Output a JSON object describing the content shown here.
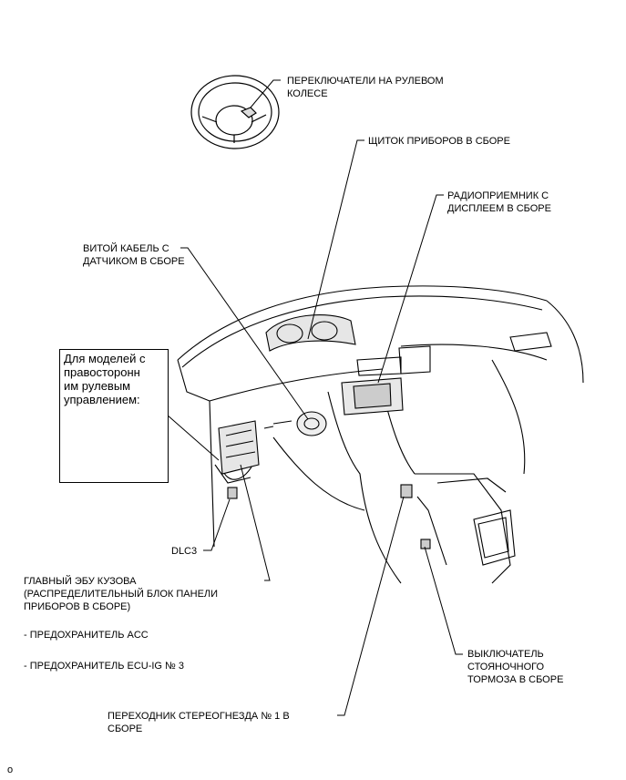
{
  "labels": {
    "steering_switches": "ПЕРЕКЛЮЧАТЕЛИ НА РУЛЕВОМ\nКОЛЕСЕ",
    "combination_meter": "ЩИТОК ПРИБОРОВ В СБОРЕ",
    "radio_display": "РАДИОПРИЕМНИК С\nДИСПЛЕЕМ В СБОРЕ",
    "spiral_cable": "ВИТОЙ КАБЕЛЬ С\nДАТЧИКОМ В СБОРЕ",
    "rhd_note": "Для моделей с\nправосторонн\nим рулевым\nуправлением:",
    "dlc3": "DLC3",
    "main_body_ecu": "ГЛАВНЫЙ ЭБУ КУЗОВА\n(РАСПРЕДЕЛИТЕЛЬНЫЙ БЛОК ПАНЕЛИ\nПРИБОРОВ В СБОРЕ)",
    "fuse_acc": "- ПРЕДОХРАНИТЕЛЬ ACC",
    "fuse_ecu_ig": "- ПРЕДОХРАНИТЕЛЬ ECU-IG № 3",
    "parking_brake_switch": "ВЫКЛЮЧАТЕЛЬ\nСТОЯНОЧНОГО\nТОРМОЗА В СБОРЕ",
    "stereo_jack": "ПЕРЕХОДНИК СТЕРЕОГНЕЗДА № 1 В\nСБОРЕ",
    "corner_mark": "o"
  }
}
